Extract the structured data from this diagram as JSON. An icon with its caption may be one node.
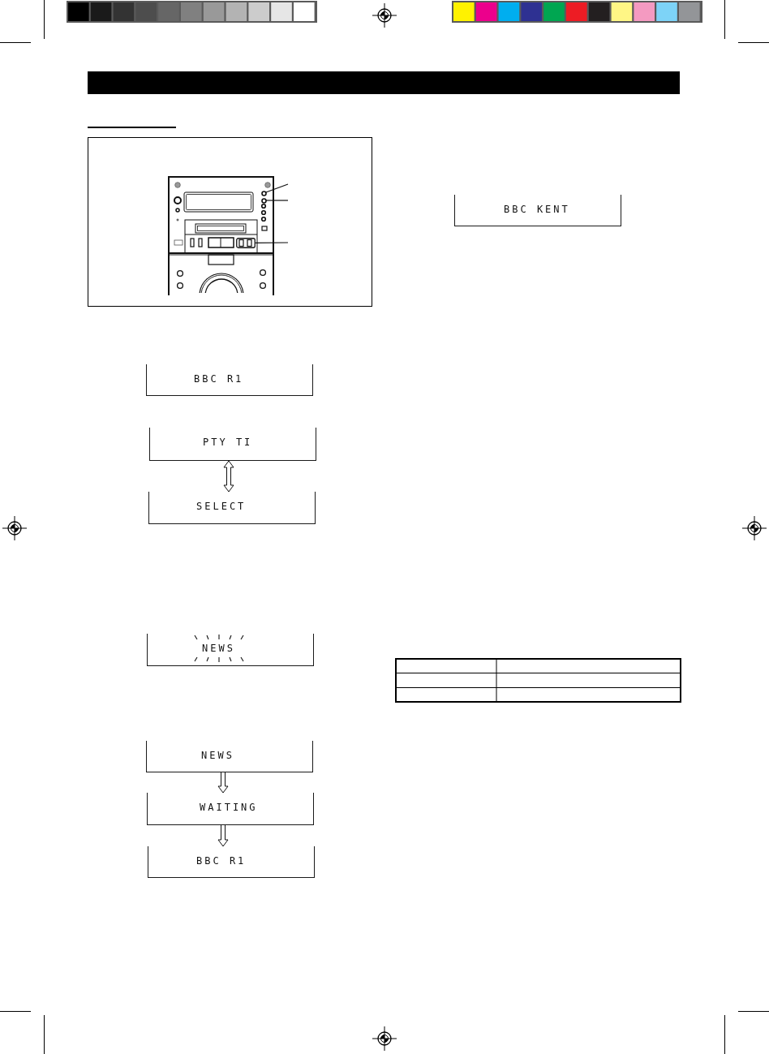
{
  "diagram": {
    "nodes": [
      {
        "text": [],
        "shape": "circle"
      },
      {
        "text": [],
        "shape": "circle"
      },
      {
        "text": [],
        "shape": "box"
      },
      {
        "text": [
          "BBC R1"
        ]
      },
      {
        "text": [
          "PTY TI"
        ]
      },
      {
        "text": [
          "SELECT"
        ]
      },
      {
        "text": [
          "NEWS"
        ]
      },
      {
        "text": [
          "NEWS"
        ]
      },
      {
        "text": [
          "WAITING"
        ]
      },
      {
        "text": [
          "BBC R1"
        ]
      },
      {
        "text": [
          "BBC KENT"
        ]
      }
    ],
    "edges": [
      {
        "from": null,
        "to": 0,
        "arrow": "none"
      },
      {
        "from": null,
        "to": 1,
        "arrow": "none"
      },
      {
        "from": null,
        "to": 2,
        "arrow": "none"
      },
      {
        "from": 4,
        "to": 5,
        "arrow": "both"
      },
      {
        "from": 7,
        "to": 8,
        "arrow": "to"
      },
      {
        "from": 8,
        "to": 9,
        "arrow": "to"
      }
    ]
  }
}
